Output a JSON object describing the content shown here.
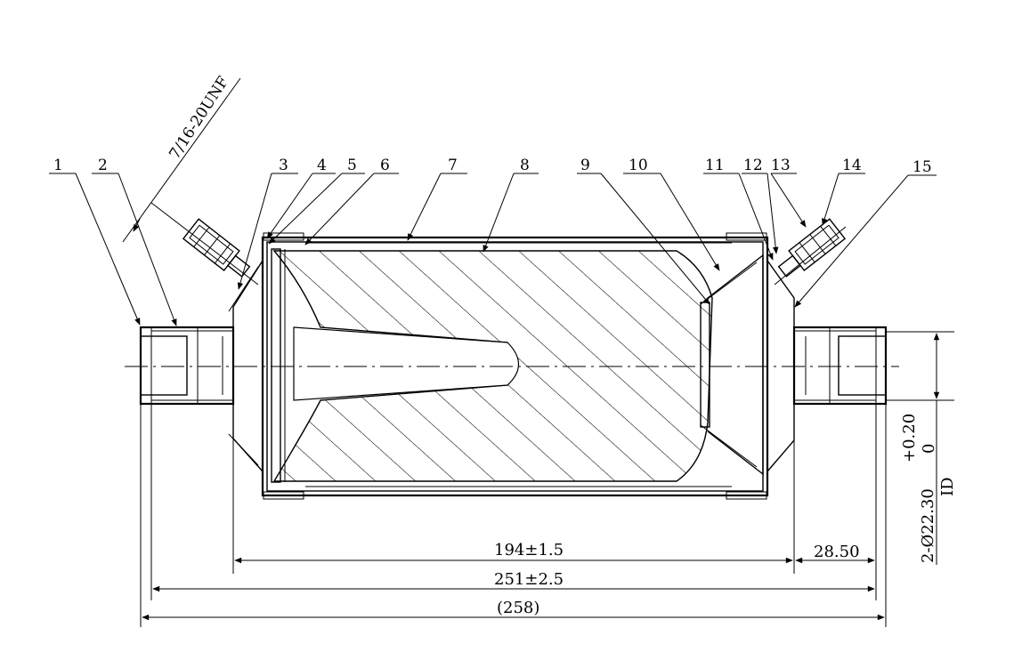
{
  "part_labels": [
    "1",
    "2",
    "3",
    "4",
    "5",
    "6",
    "7",
    "8",
    "9",
    "10",
    "11",
    "12",
    "13",
    "14",
    "15"
  ],
  "thread_spec": "7/16-20UNF",
  "dimensions": {
    "body_length": "194±1.5",
    "overall_length": "251±2.5",
    "reference_length": "(258)",
    "tube_stub_length": "28.50",
    "tube_diameter": "2-Ø22.30",
    "tube_diameter_upper_tol": "+0.20",
    "tube_diameter_lower_tol": "0",
    "tube_diameter_note": "ID"
  }
}
